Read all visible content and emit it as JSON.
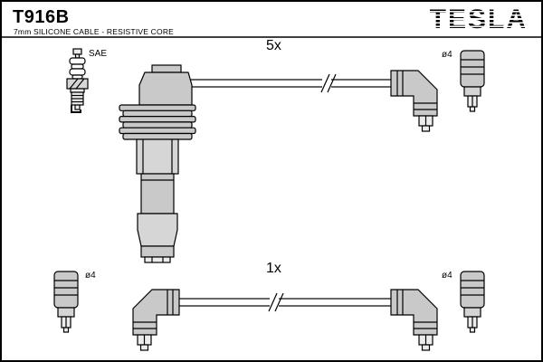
{
  "header": {
    "part_number": "T916B",
    "subtitle": "7mm SILICONE CABLE - RESISTIVE CORE",
    "brand": "TESLA"
  },
  "diagram": {
    "spark_plug_standard": "SAE",
    "top_cable_quantity": "5x",
    "bottom_cable_quantity": "1x",
    "terminal_diameter": "ø4"
  },
  "colors": {
    "ink": "#000000",
    "rubber_gray": "#c9c9c9",
    "metal_gray": "#ececec",
    "background": "#ffffff"
  }
}
